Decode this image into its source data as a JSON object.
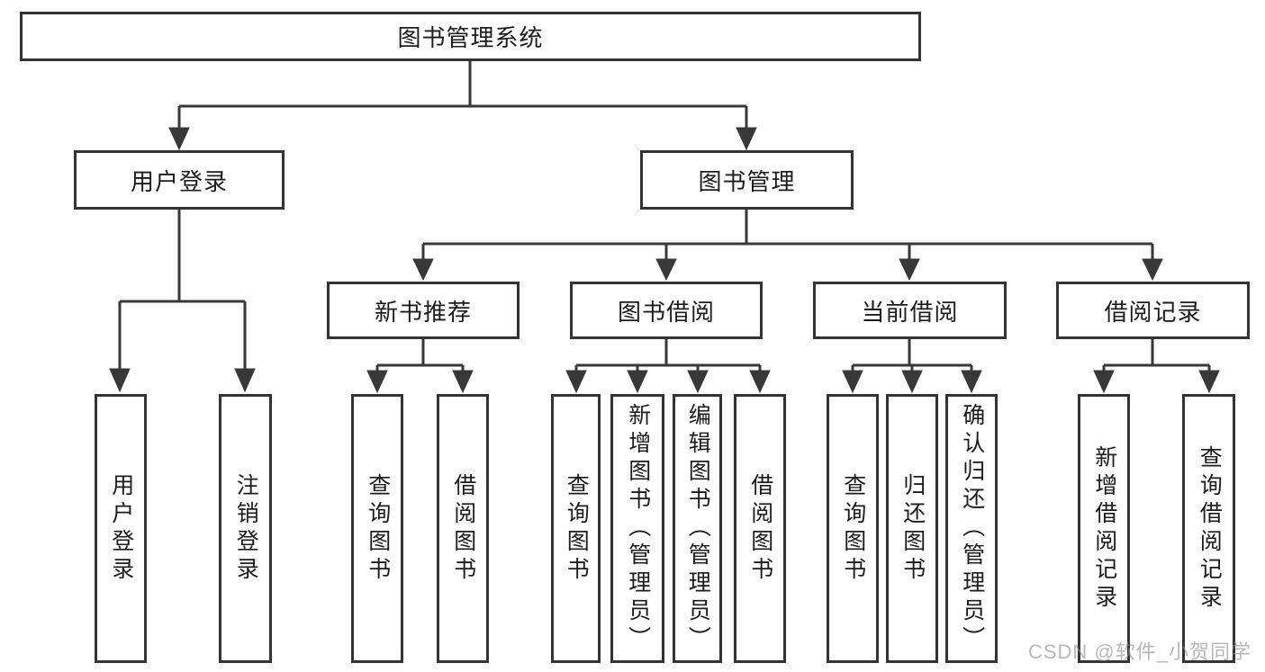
{
  "tree": {
    "root": {
      "label": "图书管理系统"
    },
    "branches": [
      {
        "label": "用户登录",
        "children": [
          "用户登录",
          "注销登录"
        ]
      },
      {
        "label": "图书管理",
        "children": [
          {
            "label": "新书推荐",
            "children": [
              "查询图书",
              "借阅图书"
            ]
          },
          {
            "label": "图书借阅",
            "children": [
              "查询图书",
              "新增图书（管理员）",
              "编辑图书（管理员）",
              "借阅图书"
            ]
          },
          {
            "label": "当前借阅",
            "children": [
              "查询图书",
              "归还图书",
              "确认归还（管理员）"
            ]
          },
          {
            "label": "借阅记录",
            "children": [
              "新增借阅记录",
              "查询借阅记录"
            ]
          }
        ]
      }
    ]
  },
  "watermark": "CSDN @软件_小贺同学",
  "colors": {
    "box_border": "#333333",
    "connector_line": "#383838",
    "text": "#1c1c1c",
    "background": "#ffffff",
    "watermark_text": "#8c8c8c"
  }
}
